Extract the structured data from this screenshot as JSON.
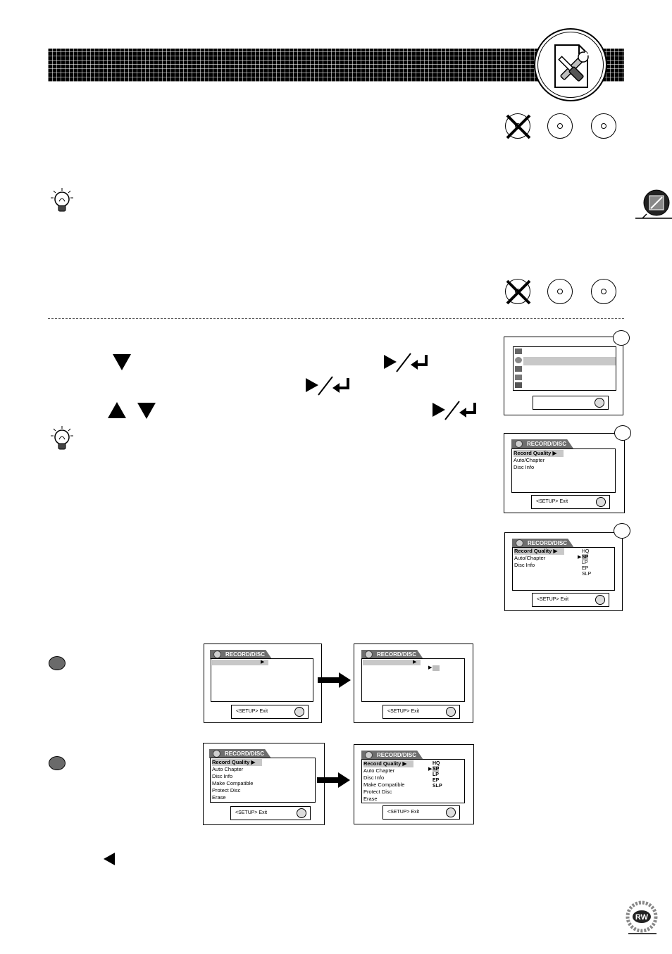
{
  "screen1": {
    "footer": ""
  },
  "screen2": {
    "header": "RECORD/DISC",
    "items": [
      "Record Quality",
      "Auto/Chapter",
      "Disc Info"
    ],
    "footer": "<SETUP> Exit"
  },
  "screen3": {
    "header": "RECORD/DISC",
    "items": [
      "Record Quality",
      "Auto/Chapter",
      "Disc Info"
    ],
    "options": [
      "HQ",
      "SP",
      "LP",
      "EP",
      "SLP"
    ],
    "selected_option": "SP",
    "footer": "<SETUP> Exit"
  },
  "screen4a": {
    "header": "RECORD/DISC",
    "footer": "<SETUP> Exit"
  },
  "screen4b": {
    "header": "RECORD/DISC",
    "footer": "<SETUP> Exit"
  },
  "screen5a": {
    "header": "RECORD/DISC",
    "items": [
      "Record Quality",
      "Auto Chapter",
      "Disc Info",
      "Make Compatible",
      "Protect Disc",
      "Erase"
    ],
    "footer": "<SETUP> Exit"
  },
  "screen5b": {
    "header": "RECORD/DISC",
    "items": [
      "Record Quality",
      "Auto Chapter",
      "Disc Info",
      "Make Compatible",
      "Protect Disc",
      "Erase"
    ],
    "options": [
      "HQ",
      "SP",
      "LP",
      "EP",
      "SLP"
    ],
    "selected_option": "SP",
    "footer": "<SETUP> Exit"
  },
  "logo": {
    "text": "RW",
    "ring_text": "DVD+R/RW Recorder"
  },
  "icons": {
    "header": "tools-icon",
    "tip": "lightbulb-icon",
    "disc_unsupported": "disc-crossed-icon",
    "disc": "disc-icon",
    "down": "triangle-down-icon",
    "up": "triangle-up-icon",
    "left": "triangle-left-icon",
    "play_enter": "play-enter-icon"
  }
}
